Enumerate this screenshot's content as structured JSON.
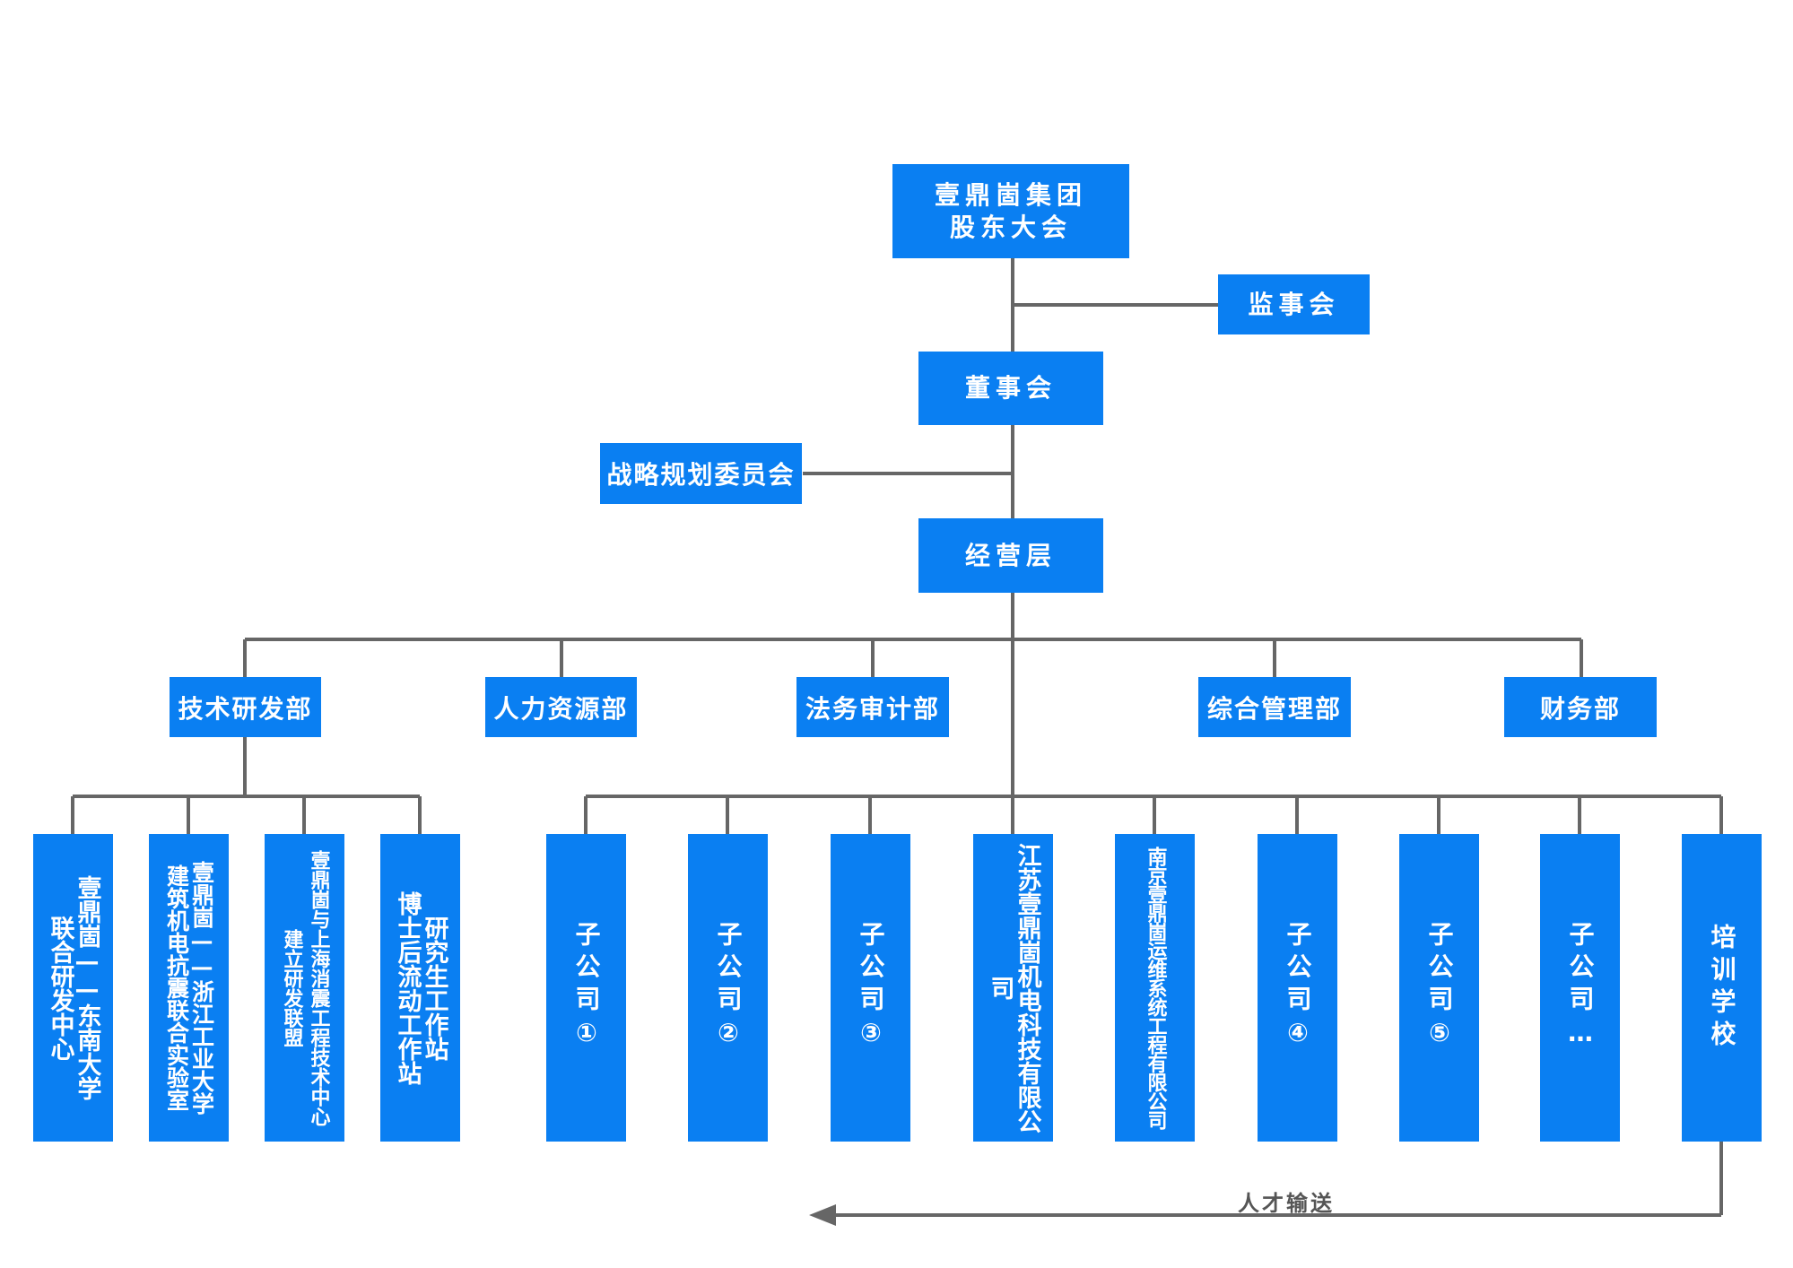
{
  "shareholders": "壹鼎崮集团\n股东大会",
  "supervisors": "监事会",
  "board": "董事会",
  "strategy": "战略规划委员会",
  "management": "经营层",
  "departments": {
    "tech": "技术研发部",
    "hr": "人力资源部",
    "legal": "法务审计部",
    "admin": "综合管理部",
    "finance": "财务部"
  },
  "rnd": [
    "壹鼎崮——东南大学\n联合研发中心",
    "壹鼎崮——浙江工业大学\n建筑机电抗震联合实验室",
    "壹鼎崮与上海消震工程技术中心\n建立研发联盟",
    "研究生工作站\n博士后流动工作站"
  ],
  "subsidiaries": [
    "子公司①",
    "子公司②",
    "子公司③",
    "江苏壹鼎崮机电科技有限公司",
    "南京壹鼎崮运维系统工程有限公司",
    "子公司④",
    "子公司⑤",
    "子公司…",
    "培训学校"
  ],
  "talent_flow": "人才输送",
  "colors": {
    "box": "#0a7ff2",
    "line": "#666666"
  }
}
